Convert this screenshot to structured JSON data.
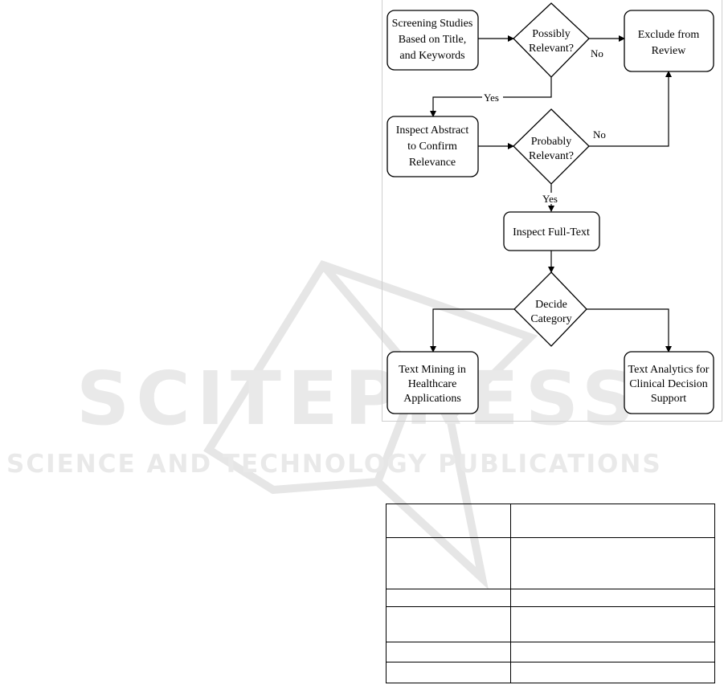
{
  "watermark": {
    "brand": "SCITEPRESS",
    "tagline": "SCIENCE AND TECHNOLOGY PUBLICATIONS"
  },
  "flowchart": {
    "nodes": {
      "screening": [
        "Screening Studies",
        "Based on Title,",
        "and Keywords"
      ],
      "possibly_relevant": [
        "Possibly",
        "Relevant?"
      ],
      "exclude": [
        "Exclude from",
        "Review"
      ],
      "inspect_abstract": [
        "Inspect Abstract",
        "to Confirm",
        "Relevance"
      ],
      "probably_relevant": [
        "Probably",
        "Relevant?"
      ],
      "inspect_fulltext": [
        "Inspect Full-Text"
      ],
      "decide_category": [
        "Decide",
        "Category"
      ],
      "text_mining": [
        "Text Mining in",
        "Healthcare",
        "Applications"
      ],
      "text_analytics": [
        "Text Analytics for",
        "Clinical Decision",
        "Support"
      ]
    },
    "edge_labels": {
      "no_1": "No",
      "yes_1": "Yes",
      "no_2": "No",
      "yes_2": "Yes"
    }
  },
  "table": {
    "rows": [
      [
        "",
        ""
      ],
      [
        "",
        ""
      ],
      [
        "",
        ""
      ],
      [
        "",
        ""
      ],
      [
        "",
        ""
      ],
      [
        "",
        ""
      ]
    ]
  }
}
